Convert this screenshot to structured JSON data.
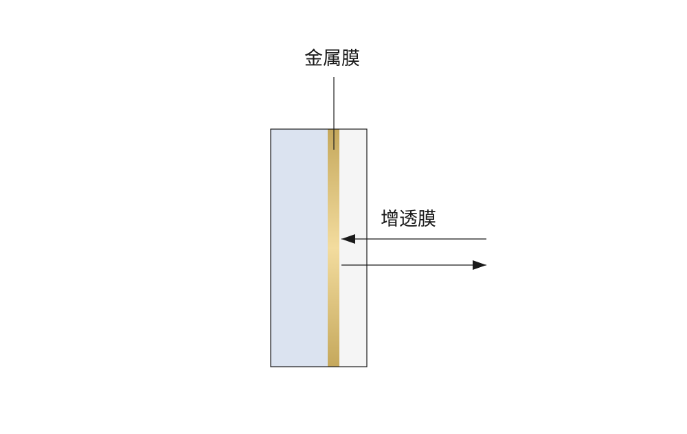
{
  "labels": {
    "metal_film": "金属膜",
    "antireflection_film": "增透膜"
  },
  "colors": {
    "glass_substrate": "#dbe3f0",
    "metal_film_edge": "#c5a85c",
    "metal_film_center": "#f3dc9e",
    "antireflection_layer": "#f5f5f5",
    "outline": "#1a1a1a"
  },
  "arrows": [
    {
      "role": "incident-light",
      "direction": "left"
    },
    {
      "role": "reflected-light",
      "direction": "right"
    }
  ]
}
